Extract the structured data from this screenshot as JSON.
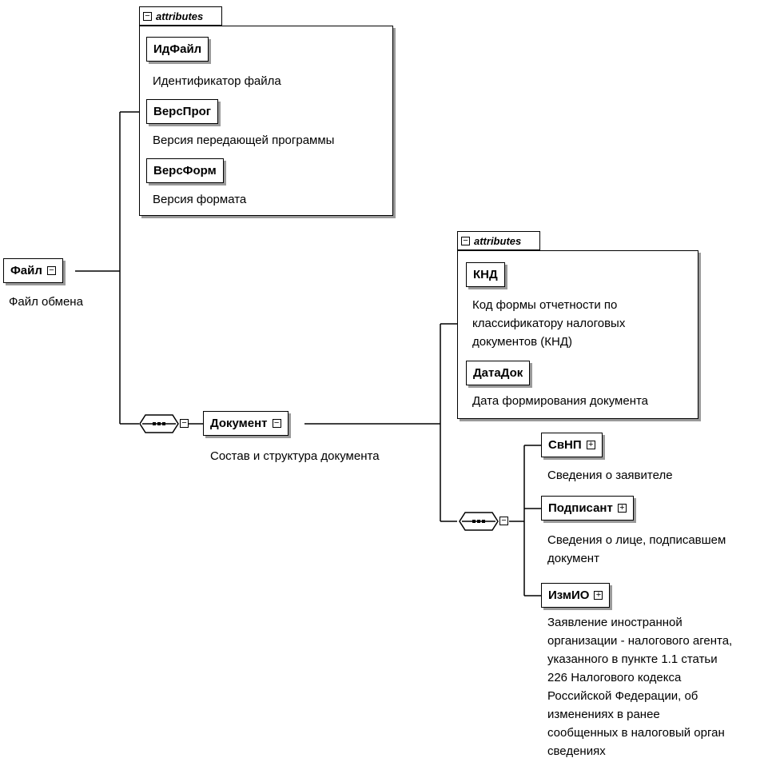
{
  "root": {
    "label": "Файл",
    "desc": "Файл обмена"
  },
  "attributes_title": "attributes",
  "file_attributes": [
    {
      "label": "ИдФайл",
      "desc": "Идентификатор файла"
    },
    {
      "label": "ВерсПрог",
      "desc": "Версия передающей программы"
    },
    {
      "label": "ВерсФорм",
      "desc": "Версия формата"
    }
  ],
  "document": {
    "label": "Документ",
    "desc": "Состав и структура документа"
  },
  "document_attributes": [
    {
      "label": "КНД",
      "desc_lines": [
        "Код формы отчетности по",
        "классификатору налоговых",
        "документов (КНД)"
      ]
    },
    {
      "label": "ДатаДок",
      "desc_lines": [
        "Дата формирования документа"
      ]
    }
  ],
  "children": [
    {
      "label": "СвНП",
      "desc_lines": [
        "Сведения о заявителе"
      ]
    },
    {
      "label": "Подписант",
      "desc_lines": [
        "Сведения о лице, подписавшем",
        "документ"
      ]
    },
    {
      "label": "ИзмИО",
      "desc_lines": [
        "Заявление иностранной",
        "организации - налогового агента,",
        "указанного в пункте 1.1 статьи",
        "226 Налогового кодекса",
        "Российской Федерации, об",
        "изменениях в ранее",
        "сообщенных в налоговый орган",
        "сведениях"
      ]
    }
  ],
  "symbols": {
    "collapse": "−",
    "expand": "+"
  }
}
